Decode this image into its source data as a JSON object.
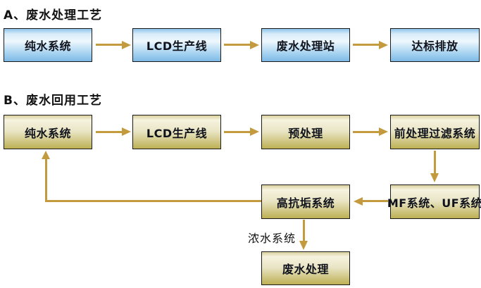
{
  "section_a": {
    "title": "A、废水处理工艺",
    "nodes": [
      {
        "id": "pure-water",
        "label": "纯水系统"
      },
      {
        "id": "lcd-line",
        "label": "LCD生产线"
      },
      {
        "id": "treatment-station",
        "label": "废水处理站"
      },
      {
        "id": "discharge",
        "label": "达标排放"
      }
    ]
  },
  "section_b": {
    "title": "B、废水回用工艺",
    "nodes": [
      {
        "id": "pure-water",
        "label": "纯水系统"
      },
      {
        "id": "lcd-line",
        "label": "LCD生产线"
      },
      {
        "id": "pretreatment",
        "label": "预处理"
      },
      {
        "id": "prefilter-system",
        "label": "前处理过滤系统"
      },
      {
        "id": "mf-uf-system",
        "label": "MF系统、UF系统"
      },
      {
        "id": "anti-scaling-system",
        "label": "高抗垢系统"
      },
      {
        "id": "wastewater-treatment",
        "label": "废水处理"
      }
    ],
    "edge_label": "浓水系统"
  },
  "colors": {
    "background": "#ffffff",
    "arrow": "#c49a3e",
    "box-border": "#1a1a1a",
    "text": "#10131c",
    "blue-top": "#8fc3ea",
    "blue-light": "#eef7fd",
    "blue-bottom": "#7db9e6",
    "gold-top": "#d9d09c",
    "gold-light": "#f6f3df",
    "gold-bottom": "#bdb054"
  }
}
